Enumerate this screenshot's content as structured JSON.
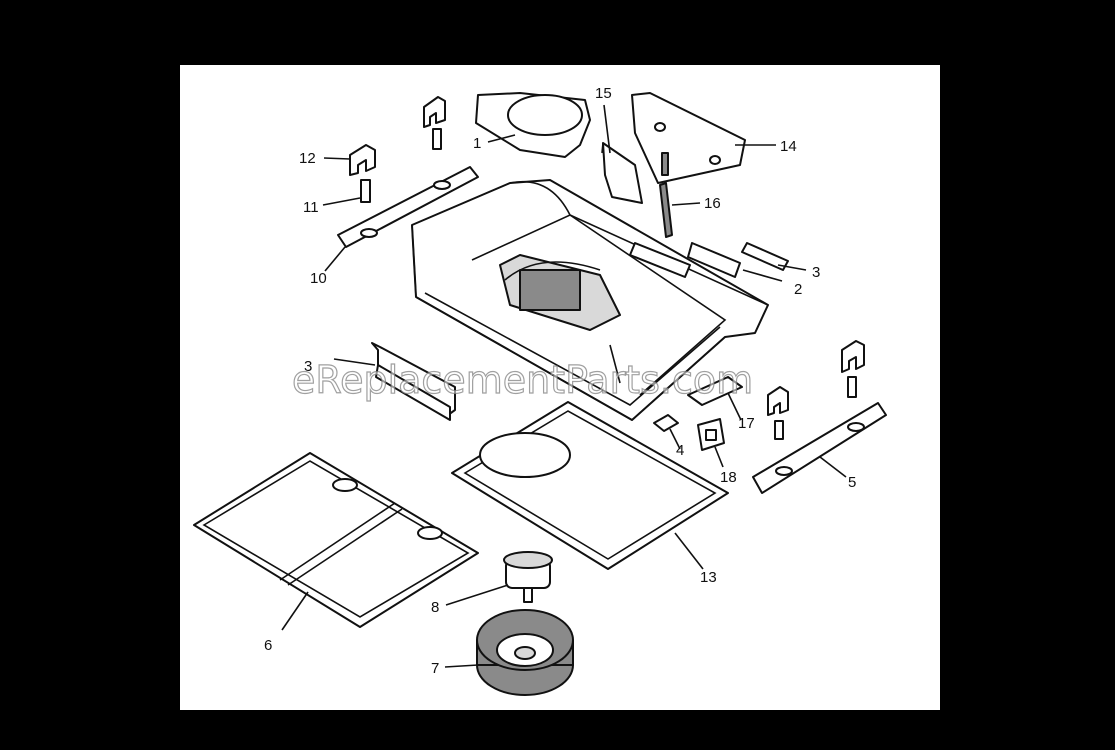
{
  "diagram": {
    "watermark": "eReplacementParts.com",
    "callouts": [
      {
        "id": "callout-1",
        "text": "1"
      },
      {
        "id": "callout-2",
        "text": "2"
      },
      {
        "id": "callout-3a",
        "text": "3"
      },
      {
        "id": "callout-3b",
        "text": "3"
      },
      {
        "id": "callout-4",
        "text": "4"
      },
      {
        "id": "callout-5",
        "text": "5"
      },
      {
        "id": "callout-6",
        "text": "6"
      },
      {
        "id": "callout-7",
        "text": "7"
      },
      {
        "id": "callout-8",
        "text": "8"
      },
      {
        "id": "callout-10",
        "text": "10"
      },
      {
        "id": "callout-11",
        "text": "11"
      },
      {
        "id": "callout-12",
        "text": "12"
      },
      {
        "id": "callout-13",
        "text": "13"
      },
      {
        "id": "callout-14",
        "text": "14"
      },
      {
        "id": "callout-15",
        "text": "15"
      },
      {
        "id": "callout-16",
        "text": "16"
      },
      {
        "id": "callout-17",
        "text": "17"
      },
      {
        "id": "callout-18",
        "text": "18"
      }
    ]
  }
}
